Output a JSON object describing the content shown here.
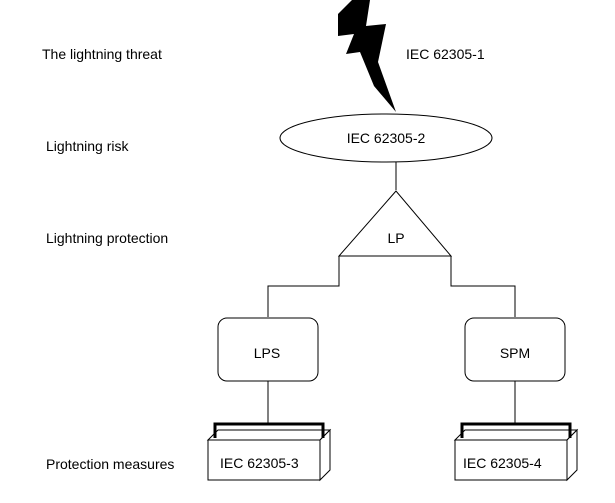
{
  "levels": {
    "threat": "The lightning threat",
    "risk": "Lightning risk",
    "protection": "Lightning protection",
    "measures": "Protection measures"
  },
  "nodes": {
    "threat_std": "IEC 62305-1",
    "risk_std": "IEC 62305-2",
    "lp": "LP",
    "lps": "LPS",
    "spm": "SPM",
    "lps_std": "IEC 62305-3",
    "spm_std": "IEC 62305-4"
  },
  "icons": [
    "lightning-bolt-icon"
  ]
}
